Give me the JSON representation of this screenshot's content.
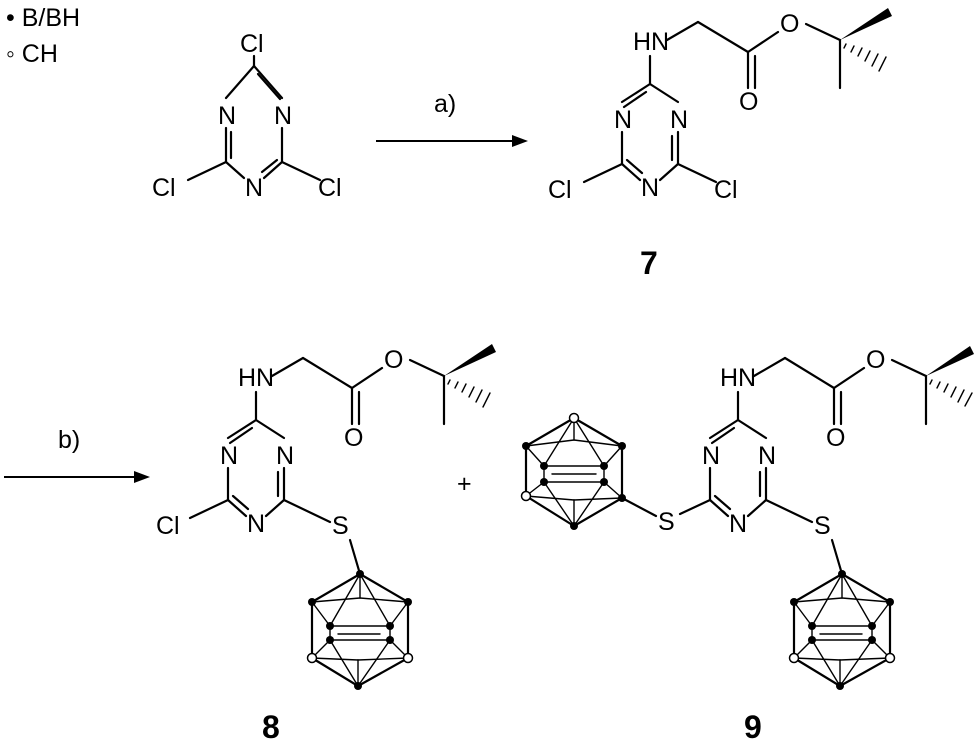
{
  "legend": {
    "boron": "• B/BH",
    "carbon": "◦ CH"
  },
  "atoms": {
    "cl": "Cl",
    "n": "N",
    "nh": "HN",
    "o": "O",
    "s": "S"
  },
  "arrows": {
    "step_a": "a)",
    "step_b": "b)"
  },
  "plus": "+",
  "compounds": {
    "c7": "7",
    "c8": "8",
    "c9": "9"
  },
  "colors": {
    "ink": "#000000",
    "background": "#ffffff"
  }
}
